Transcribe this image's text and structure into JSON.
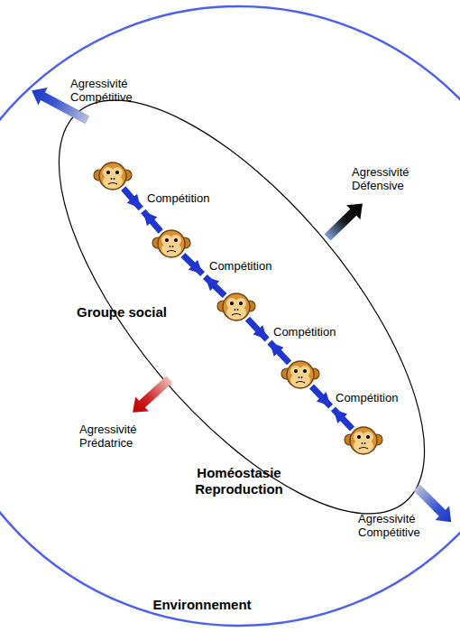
{
  "diagram": {
    "nodes": [
      {
        "text": [
          "Environnement"
        ]
      },
      {
        "text": [
          "Groupe social",
          "Homéostasie Reproduction"
        ],
        "in": 0
      }
    ],
    "labels": [
      "Agressivité Compétitive",
      "Agressivité Défensive",
      "Compétition",
      "Compétition",
      "Compétition",
      "Compétition",
      "Agressivité Prédatrice",
      "Agressivité Compétitive"
    ]
  }
}
